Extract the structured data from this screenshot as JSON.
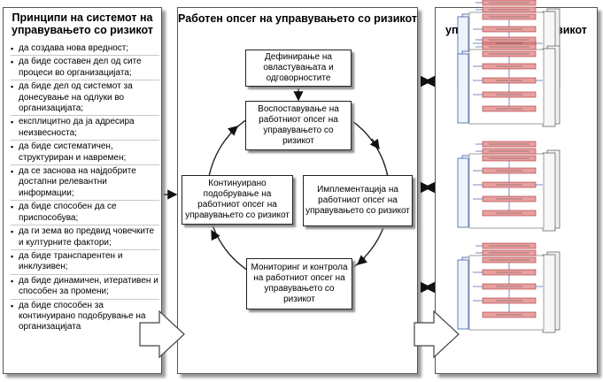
{
  "left_panel": {
    "title": "Принципи на системот на управувањето со ризикот",
    "items": [
      "да создава нова вредност;",
      "да биде составен дел од сите процеси во организацијата;",
      "да биде дел од системот за донесување на одлуки во организацијата;",
      "експлицитно да ја адресира неизвесноста;",
      "да биде систематичен, структуриран и навремен;",
      "да се заснова на најдобрите достапни релевантни информации;",
      "да биде способен да се приспособува;",
      "да ги зема во предвид човечките и културните фактори;",
      "да биде транспарентен и инклузивен;",
      "да биде динамичен, итеративен и способен за промени;",
      "да биде способен за континуирано подобрување на организацијата"
    ]
  },
  "middle_panel": {
    "title": "Работен опсег на управувањето со ризикот",
    "boxes": {
      "define": "Дефинирање на овластувањата и одговорностите",
      "establish": "Воспоставување на работниот опсег на управувањето со ризикот",
      "implement": "Имплементација на работниот опсег на управувањето со ризикот",
      "monitor": "Мониторинг и контрола на работниот опсег на управувањето со ризикот",
      "improve": "Континуирано подобрување на работниот опсег на управувањето со ризикот"
    }
  },
  "right_panel": {
    "title": "Процеси на управувањето со ризикот"
  },
  "colors": {
    "panel_border": "#555555",
    "shadow": "#9a9a9a",
    "process_red": "#e8a0a0",
    "process_blue": "#3a5fa8"
  }
}
